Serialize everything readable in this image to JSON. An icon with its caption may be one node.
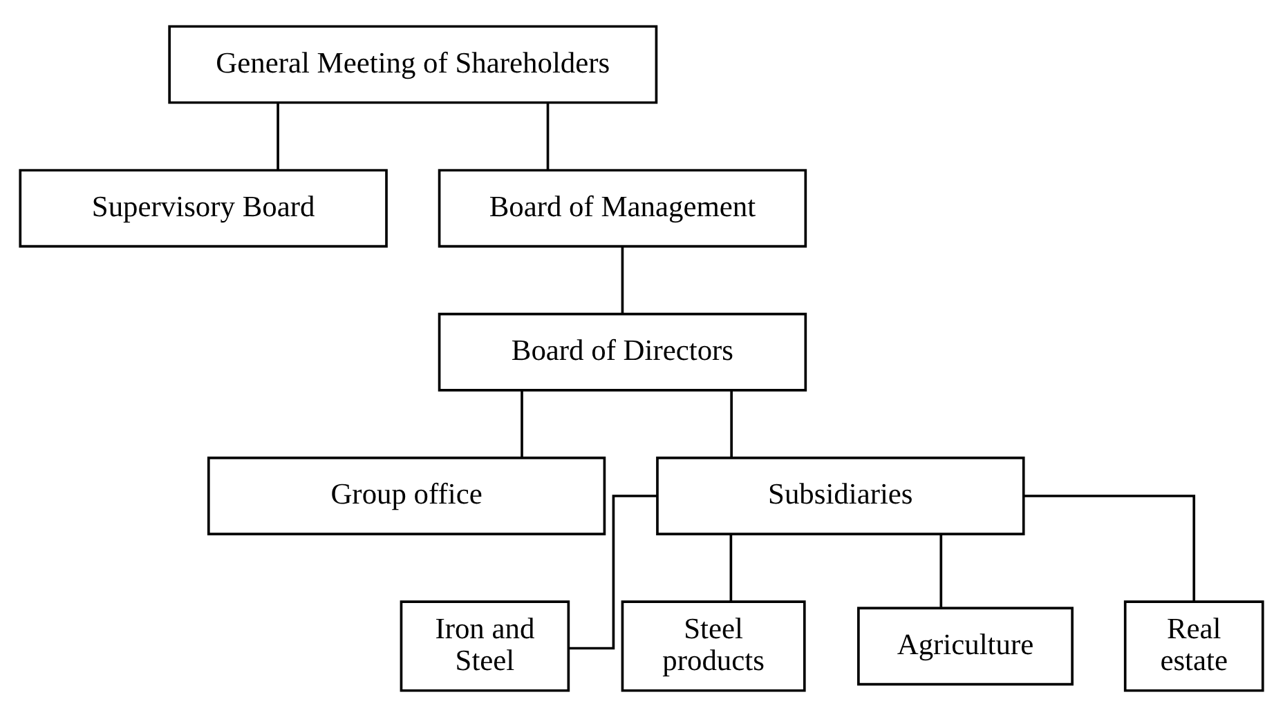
{
  "diagram": {
    "nodes": [
      {
        "text": [
          "General Meeting of Shareholders"
        ]
      },
      {
        "text": [
          "Supervisory Board"
        ]
      },
      {
        "text": [
          "Board of Management"
        ]
      },
      {
        "text": [
          "Board of Directors"
        ]
      },
      {
        "text": [
          "Group office"
        ]
      },
      {
        "text": [
          "Subsidiaries"
        ]
      },
      {
        "text": [
          "Iron and Steel"
        ]
      },
      {
        "text": [
          "Steel products"
        ]
      },
      {
        "text": [
          "Agriculture"
        ]
      },
      {
        "text": [
          "Real estate"
        ]
      }
    ],
    "edges": [
      {
        "from": 0,
        "to": 2,
        "arrow": "none"
      },
      {
        "from": 0,
        "to": 1,
        "arrow": "none"
      },
      {
        "from": 2,
        "to": 3,
        "arrow": "none"
      },
      {
        "from": 3,
        "to": 4,
        "arrow": "none"
      },
      {
        "from": 3,
        "to": 5,
        "arrow": "none"
      },
      {
        "from": 5,
        "to": 6,
        "arrow": "none"
      },
      {
        "from": 5,
        "to": 7,
        "arrow": "none"
      },
      {
        "from": 5,
        "to": 8,
        "arrow": "none"
      },
      {
        "from": 5,
        "to": 9,
        "arrow": "none"
      }
    ]
  }
}
